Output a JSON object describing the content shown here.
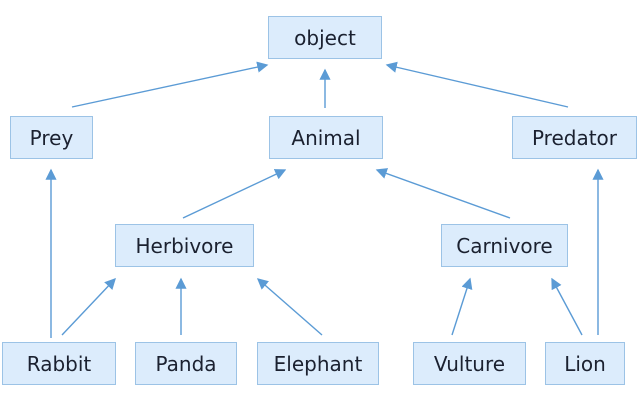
{
  "colors": {
    "box_fill": "#dcecfc",
    "box_border": "#9cc3e6",
    "arrow": "#5b9bd5",
    "text": "#1b2130"
  },
  "nodes": {
    "object": "object",
    "prey": "Prey",
    "animal": "Animal",
    "predator": "Predator",
    "herbivore": "Herbivore",
    "carnivore": "Carnivore",
    "rabbit": "Rabbit",
    "panda": "Panda",
    "elephant": "Elephant",
    "vulture": "Vulture",
    "lion": "Lion"
  },
  "edges": [
    [
      "Prey",
      "object"
    ],
    [
      "Animal",
      "object"
    ],
    [
      "Predator",
      "object"
    ],
    [
      "Herbivore",
      "Animal"
    ],
    [
      "Carnivore",
      "Animal"
    ],
    [
      "Rabbit",
      "Prey"
    ],
    [
      "Rabbit",
      "Herbivore"
    ],
    [
      "Panda",
      "Herbivore"
    ],
    [
      "Elephant",
      "Herbivore"
    ],
    [
      "Vulture",
      "Carnivore"
    ],
    [
      "Lion",
      "Carnivore"
    ],
    [
      "Lion",
      "Predator"
    ]
  ]
}
